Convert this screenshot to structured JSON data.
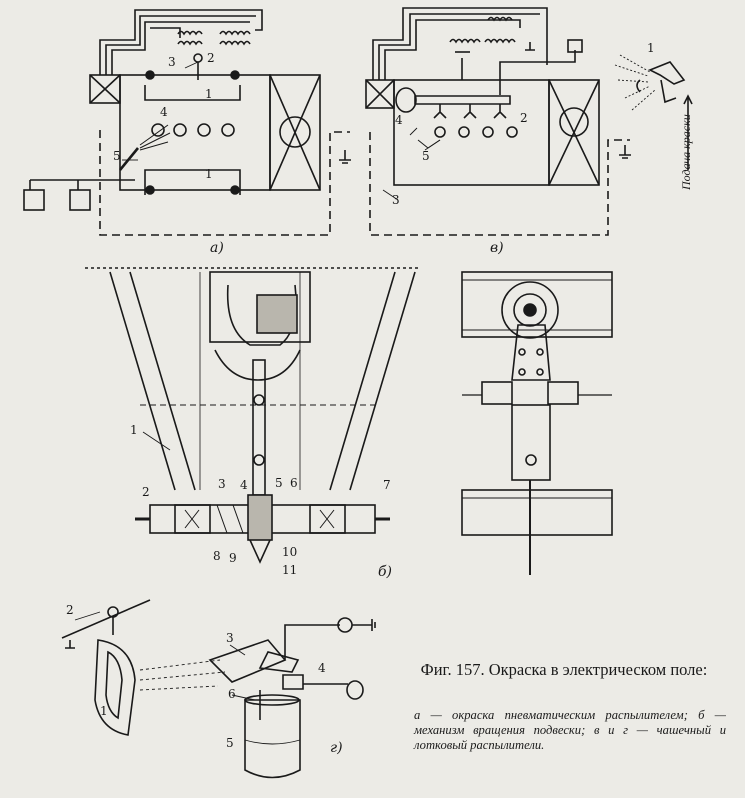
{
  "figure": {
    "caption_title": "Фиг. 157. Окраска в электрическом поле:",
    "caption_desc": "а — окраска пневматическим распылителем; б — механизм вращения подвески; в и г — чашечный и лотковый распылители.",
    "paint_feed_label": "Подача краски",
    "sublabels": {
      "a": "а)",
      "b": "б)",
      "v": "в)",
      "g": "г)"
    },
    "labels_a": [
      "1",
      "1",
      "2",
      "3",
      "4",
      "5"
    ],
    "labels_v": [
      "1",
      "2",
      "3",
      "4",
      "5"
    ],
    "labels_b": [
      "1",
      "2",
      "3",
      "4",
      "5",
      "6",
      "7",
      "8",
      "9",
      "10",
      "11"
    ],
    "labels_g": [
      "1",
      "2",
      "3",
      "4",
      "5",
      "6"
    ]
  },
  "colors": {
    "ink": "#1a1a1a",
    "paper": "#ecebe6"
  }
}
